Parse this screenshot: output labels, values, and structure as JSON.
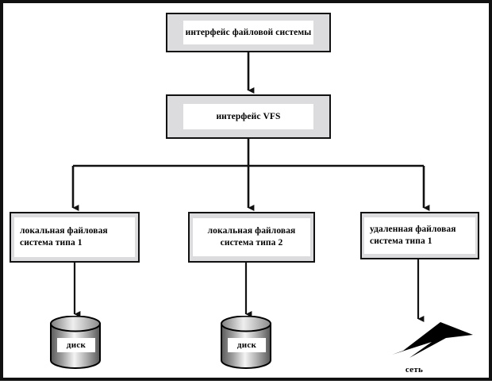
{
  "diagram": {
    "title_semantic": "vfs-architecture-diagram",
    "colors": {
      "box_fill": "#dcdcde",
      "inner_fill": "#ffffff",
      "stroke": "#111111",
      "frame": "#111111",
      "disk_dark": "#595959",
      "disk_light": "#f2f2f2"
    },
    "boxes": [
      {
        "id": "file-system-interface",
        "label": "интерфейс файловой системы",
        "align": "center"
      },
      {
        "id": "vfs-interface",
        "label": "интерфейс VFS",
        "align": "center"
      },
      {
        "id": "local-fs-type-1",
        "label": "локальная файловая система типа 1",
        "align": "left"
      },
      {
        "id": "local-fs-type-2",
        "label": "локальная файловая система типа 2",
        "align": "center"
      },
      {
        "id": "remote-fs-type-1",
        "label": "удаленная файловая система типа 1",
        "align": "left"
      }
    ],
    "storage": [
      {
        "id": "disk-1",
        "label": "диск"
      },
      {
        "id": "disk-2",
        "label": "диск"
      }
    ],
    "network": {
      "id": "network-symbol",
      "label": "сеть"
    }
  }
}
